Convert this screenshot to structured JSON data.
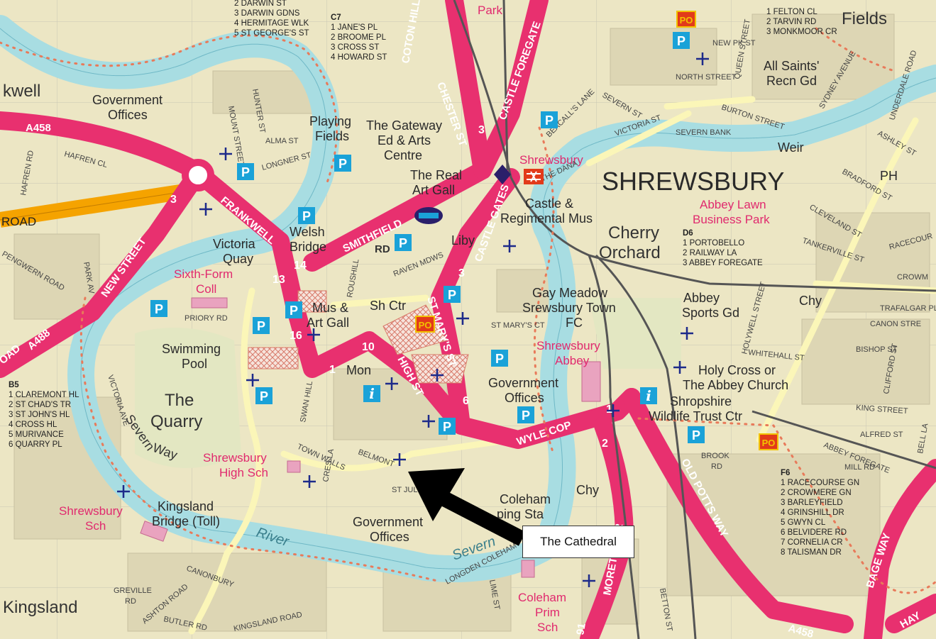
{
  "town": "SHREWSBURY",
  "places": {
    "fields": "Fields",
    "kwell": "kwell",
    "kingsland": "Kingsland",
    "the_quarry_1": "The",
    "the_quarry_2": "Quarry",
    "cherry_1": "Cherry",
    "cherry_2": "Orchard",
    "severn_way_1": "Severn",
    "severn_way_2": "Way",
    "river_1": "River",
    "river_2": "Severn",
    "weir": "Weir",
    "ph": "PH",
    "chy1": "Chy",
    "chy2": "Chy"
  },
  "labels": {
    "gov_offices_1": [
      "Government",
      "Offices"
    ],
    "playing_fields": [
      "Playing",
      "Fields"
    ],
    "gateway": [
      "The Gateway",
      "Ed & Arts",
      "Centre"
    ],
    "real_art": [
      "The Real",
      "Art Gall"
    ],
    "welsh_bridge": [
      "Welsh",
      "Bridge"
    ],
    "victoria_quay": [
      "Victoria",
      "Quay"
    ],
    "swimming_pool": [
      "Swimming",
      "Pool"
    ],
    "mus_art": [
      "Mus &",
      "Art Gall"
    ],
    "sh_ctr": "Sh Ctr",
    "liby": "Liby",
    "mon": "Mon",
    "castle_mus": [
      "Castle &",
      "Regimental Mus"
    ],
    "gay_meadow": [
      "Gay Meadow",
      "Srewsbury Town",
      "FC"
    ],
    "abbey_sports": [
      "Abbey",
      "Sports Gd"
    ],
    "gov_offices_2": [
      "Government",
      "Offices"
    ],
    "gov_offices_3": [
      "Government",
      "Offices"
    ],
    "holy_cross": [
      "Holy Cross or",
      "The Abbey Church"
    ],
    "wildlife": [
      "Shropshire",
      "Wildlife Trust Ctr"
    ],
    "kingsland_bridge": [
      "Kingsland",
      "Bridge (Toll)"
    ],
    "coleham": [
      "Coleham",
      "ping Sta"
    ],
    "all_saints": [
      "All Saints'",
      "Recn Gd"
    ],
    "brook_rd": [
      "BROOK",
      "RD"
    ],
    "greville_rd": [
      "GREVILLE",
      "RD"
    ]
  },
  "pink_labels": {
    "shrewsbury_station": "Shrewsbury",
    "sixth_form": [
      "Sixth-Form",
      "Coll"
    ],
    "shrewsbury_high": [
      "Shrewsbury",
      "High Sch"
    ],
    "shrewsbury_sch": [
      "Shrewsbury",
      "Sch"
    ],
    "shrewsbury_abbey": [
      "Shrewsbury",
      "Abbey"
    ],
    "abbey_lawn": [
      "Abbey Lawn",
      "Business Park"
    ],
    "coleham_prim": [
      "Coleham",
      "Prim",
      "Sch"
    ],
    "park": "Park"
  },
  "roads": {
    "a458_w": "A458",
    "a458_e": "A458",
    "a488": "A488",
    "road_w": "ROAD",
    "oad": "OAD",
    "frankwell": "FRANKWELL",
    "new_street": "NEW STREET",
    "smithfield": "SMITHFIELD",
    "castle_gates": "CASTLE GATES",
    "castle_foregate": "CASTLE FOREGATE",
    "chester_st": "CHESTER ST",
    "coton_hill": "COTON HILL",
    "st_marys": "ST MARY'S ST",
    "high_st": "HIGH ST",
    "wyle_cop": "WYLE COP",
    "old_potts": "OLD POTTS WAY",
    "moreton_cr": "MORETON CR",
    "bage_way": "BAGE WAY",
    "hay": "HAY",
    "r91": "91"
  },
  "route_numbers": [
    "3",
    "13",
    "14",
    "16",
    "10",
    "1",
    "3",
    "6",
    "1",
    "2",
    "3"
  ],
  "streets": {
    "hafren_rd": "HAFREN RD",
    "hafren_cl": "HAFREN CL",
    "mount_street": "MOUNT STREET",
    "hunter_st": "HUNTER ST",
    "alma_st": "ALMA ST",
    "longner_st": "LONGNER ST",
    "park_av": "PARK AV",
    "pengwern": "PENGWERN ROAD",
    "priory_rd": "PRIORY RD",
    "raven_mdws": "RAVEN MDWS",
    "roushill": "ROUSHILL",
    "rd": "RD",
    "st_marys_ct": "ST MARY'S CT",
    "swan_hill": "SWAN HILL",
    "town_walls": "TOWN WALLS",
    "belmont": "BELMONT",
    "st_jul": "ST JUL",
    "cres_la": "CRES LA",
    "victoria_ave": "VICTORIA AVE",
    "canonbury": "CANONBURY",
    "ashton_road": "ASHTON ROAD",
    "butler_rd": "BUTLER RD",
    "kingsland_road": "KINGSLAND ROAD",
    "longden_coleham": "LONGDEN COLEHAM",
    "lime_st": "LIME ST",
    "betton_st": "BETTON ST",
    "severn_bank": "SEVERN BANK",
    "severn_st": "SEVERN ST",
    "victoria_st": "VICTORIA ST",
    "beacalls_lane": "BEACALL'S LANE",
    "the_dana": "THE DANA",
    "north_street": "NORTH STREET",
    "burton_street": "BURTON STREET",
    "queen_street": "QUEEN STREET",
    "sydney_avenue": "SYDNEY AVENUE",
    "underdale_road": "UNDERDALE ROAD",
    "ashley_st": "ASHLEY ST",
    "bradford_st": "BRADFORD ST",
    "cleveland_st": "CLEVELAND ST",
    "tankerville_st": "TANKERVILLE ST",
    "racecourse": "RACECOUR",
    "crowm": "CROWM",
    "trafalgar": "TRAFALGAR PL",
    "canon_stre": "CANON STRE",
    "bishop_st": "BISHOP ST",
    "whitehall_st": "WHITEHALL ST",
    "clifford_st": "CLIFFORD ST",
    "king_street": "KING STREET",
    "alfred_st": "ALFRED ST",
    "abbey_foregate": "ABBEY FOREGATE",
    "mill_rd": "MILL RD",
    "holywell_street": "HOLYWELL STREET",
    "new_pk": "NEW PK ST",
    "bell_la": "BELL LA"
  },
  "index_lists": {
    "b5": {
      "grid": "B5",
      "items": [
        "1 CLAREMONT HL",
        "2 ST CHAD'S TR",
        "3 ST JOHN'S HL",
        "4 CROSS HL",
        "5 MURIVANCE",
        "6 QUARRY PL"
      ]
    },
    "d6": {
      "grid": "D6",
      "items": [
        "1 PORTOBELLO",
        "2 RAILWAY LA",
        "3 ABBEY FOREGATE"
      ]
    },
    "f6": {
      "grid": "F6",
      "items": [
        "1 RACECOURSE GN",
        "2 CROWMERE GN",
        "3 BARLEYFIELD",
        "4 GRINSHILL DR",
        "5 GWYN CL",
        "6 BELVIDERE RD",
        "7 CORNELIA CR",
        "8 TALISMAN DR"
      ]
    },
    "c7": {
      "grid": "C7",
      "items": [
        "1 JANE'S PL",
        "2 BROOME PL",
        "3 CROSS ST",
        "4 HOWARD ST"
      ]
    },
    "top_left": {
      "items": [
        "2 DARWIN ST",
        "3 DARWIN GDNS",
        "4 HERMITAGE WLK",
        "5 ST GEORGE'S ST"
      ]
    },
    "top_right": {
      "items": [
        "1 FELTON CL",
        "2 TARVIN RD",
        "3 MONKMOOR CR"
      ]
    }
  },
  "symbols": {
    "parking": "P",
    "post_office": "PO",
    "info": "i"
  },
  "callout": "The Cathedral",
  "colors": {
    "land": "#efe9c9",
    "river": "#a8dde2",
    "main_road": "#e8306f",
    "a_road": "#f5a300",
    "minor_road": "#fbf6b8",
    "parking_blue": "#1aa2d8",
    "pink_text": "#e02a6e",
    "rail": "#555555"
  }
}
